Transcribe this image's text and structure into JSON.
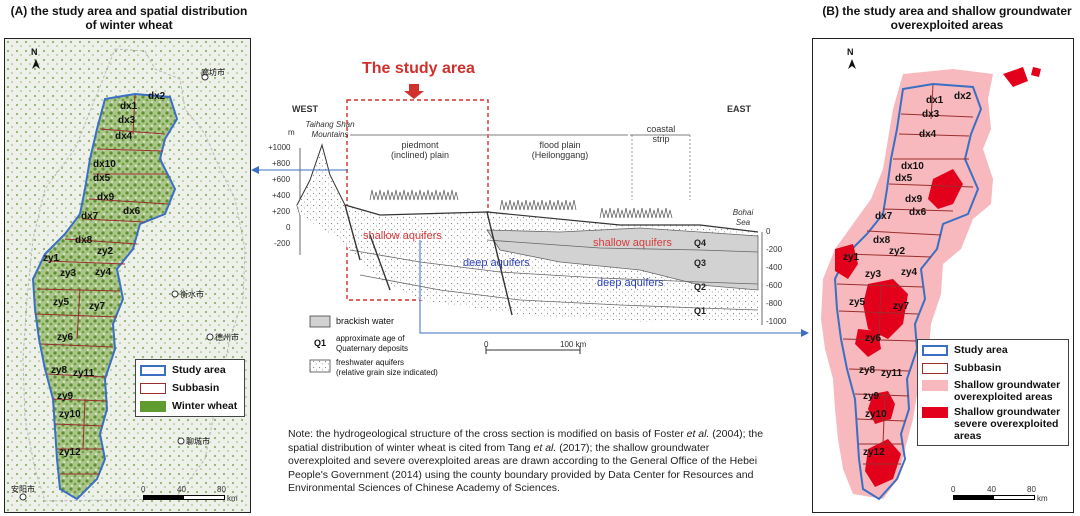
{
  "panel_a": {
    "title_line1": "(A) the study area and spatial distribution",
    "title_line2": "of winter wheat",
    "north": "N",
    "subbasins": [
      "dx1",
      "dx2",
      "dx3",
      "dx4",
      "dx10",
      "dx5",
      "dx9",
      "dx6",
      "dx7",
      "dx8",
      "zy2",
      "zy1",
      "zy3",
      "zy4",
      "zy5",
      "zy7",
      "zy6",
      "zy8",
      "zy11",
      "zy9",
      "zy10",
      "zy12"
    ],
    "cities": [
      "廊坊市",
      "衡水市",
      "德州市",
      "聊城市",
      "安阳市"
    ],
    "legend": {
      "study_area": "Study area",
      "subbasin": "Subbasin",
      "winter_wheat": "Winter wheat"
    },
    "scale": {
      "t0": "0",
      "t1": "40",
      "t2": "80",
      "unit": "km"
    }
  },
  "panel_b": {
    "title_line1": "(B) the study area and shallow groundwater",
    "title_line2": "overexploited areas",
    "north": "N",
    "subbasins": [
      "dx1",
      "dx2",
      "dx3",
      "dx4",
      "dx10",
      "dx5",
      "dx9",
      "dx6",
      "dx7",
      "dx8",
      "zy2",
      "zy1",
      "zy3",
      "zy4",
      "zy5",
      "zy7",
      "zy6",
      "zy8",
      "zy11",
      "zy9",
      "zy10",
      "zy12"
    ],
    "legend": {
      "study_area": "Study area",
      "subbasin": "Subbasin",
      "shallow_l1": "Shallow groundwater",
      "shallow_l2": "overexploited areas",
      "severe_l1": "Shallow groundwater",
      "severe_l2": "severe overexploited areas"
    },
    "scale": {
      "t0": "0",
      "t1": "40",
      "t2": "80",
      "unit": "km"
    }
  },
  "cross_section": {
    "study_area_title": "The study area",
    "west": "WEST",
    "east": "EAST",
    "mountains_l1": "Taihang Shan",
    "mountains_l2": "Mountains",
    "piedmont_l1": "piedmont",
    "piedmont_l2": "(inclined) plain",
    "flood_l1": "flood plain",
    "flood_l2": "(Heilonggang)",
    "coastal_l1": "coastal",
    "coastal_l2": "strip",
    "bohai_l1": "Bohai",
    "bohai_l2": "Sea",
    "unit_m": "m",
    "left_ticks": [
      "+1000",
      "+800",
      "+600",
      "+400",
      "+200",
      "0",
      "-200"
    ],
    "right_ticks": [
      "0",
      "-200",
      "-400",
      "-600",
      "-800",
      "-1000"
    ],
    "shallow_aquifers": "shallow aquifers",
    "deep_aquifers": "deep aquifers",
    "q_labels": [
      "Q4",
      "Q3",
      "Q2",
      "Q1"
    ],
    "scale": {
      "t0": "0",
      "t1": "100 km"
    },
    "legend": {
      "brackish": "brackish water",
      "q1_code": "Q1",
      "q1_l1": "approximate age of",
      "q1_l2": "Quaternary deposits",
      "fresh_l1": "freshwater aquifers",
      "fresh_l2": "(relative grain size indicated)"
    }
  },
  "note": {
    "l1a": "Note: the hydrogeological structure of the cross section is modified on basis of Foster ",
    "etal1": "et al.",
    "l1b": " (2004); the",
    "l2a": "spatial distribution of winter wheat is cited from Tang ",
    "etal2": "et al.",
    "l2b": " (2017); the shallow groundwater",
    "l3": "overexploited and severe overexploited areas are drawn according to the General Office of the Hebei",
    "l4": "People's Government (2014) using the county boundary provided by Data Center for Resources and",
    "l5": "Environmental Sciences of Chinese Academy of Sciences."
  },
  "colors": {
    "study_area": "#3a6fc4",
    "subbasin": "#9a2f2f",
    "winter_wheat": "#5f9b2e",
    "shallow_over": "#f7b9bd",
    "severe_over": "#e3001b",
    "study_box": "#d0312d",
    "arrow": "#3a6fc4"
  }
}
